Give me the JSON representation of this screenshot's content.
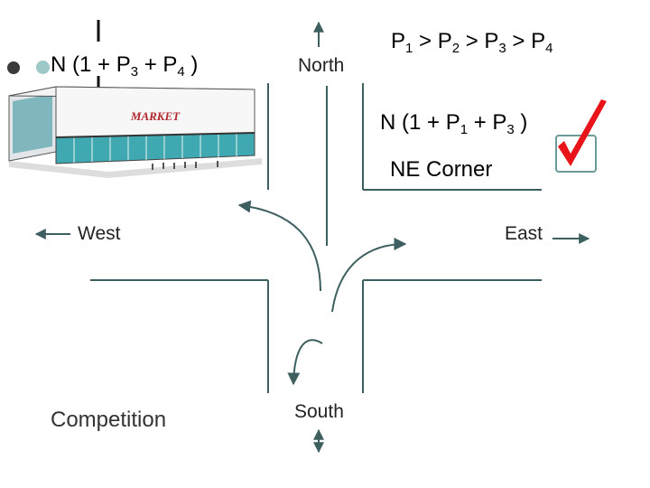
{
  "left_formula": {
    "prefix": "N (1 + P",
    "s1": "3",
    "mid": " + P",
    "s2": "4",
    "suffix": " )"
  },
  "ranking": {
    "p": "P",
    "s1": "1",
    "gt1": " > P",
    "s2": "2",
    "gt2": " > P",
    "s3": "3",
    "gt3": " > P",
    "s4": "4"
  },
  "right_formula": {
    "prefix": "N (1 + P",
    "s1": "1",
    "mid": " + P",
    "s2": "3",
    "suffix": " )"
  },
  "directions": {
    "north": "North",
    "south": "South",
    "east": "East",
    "west": "West"
  },
  "corner_label": "NE Corner",
  "competition_label": "Competition",
  "store_sign": "MARKET",
  "colors": {
    "roads": "#3d5f5f",
    "check": "#e8141a",
    "store_glass": "#3fa8b0",
    "bullet_dark": "#3a3a3a",
    "bullet_light": "#9ec7c7"
  },
  "icons": {
    "check": "check-mark-icon",
    "store": "market-building-icon"
  }
}
